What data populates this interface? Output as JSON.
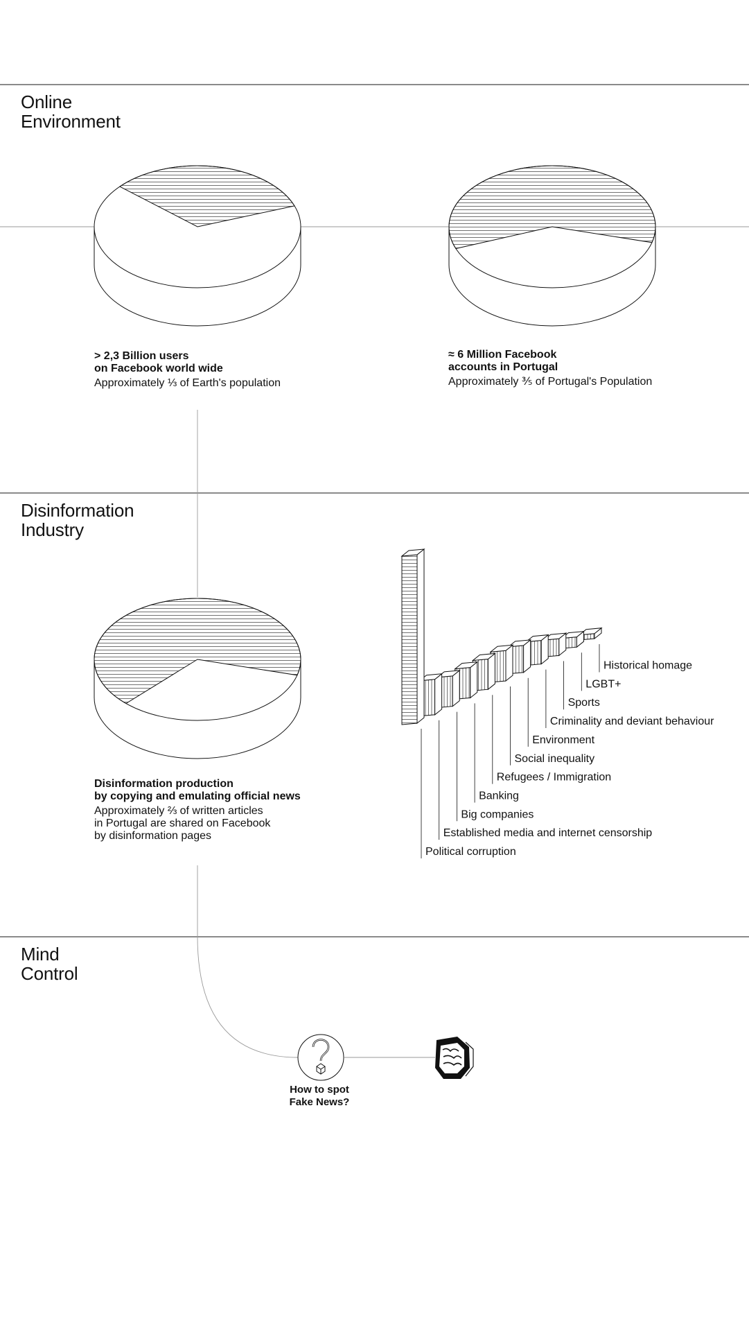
{
  "sections": {
    "online": {
      "title_l1": "Online",
      "title_l2": "Environment"
    },
    "disinfo": {
      "title_l1": "Disinformation",
      "title_l2": "Industry"
    },
    "mind": {
      "title_l1": "Mind",
      "title_l2": "Control"
    }
  },
  "captions": {
    "pie1": {
      "bold_l1": "> 2,3 Billion users",
      "bold_l2": "on Facebook world wide",
      "note_l1": "Approximately ⅓ of Earth's population"
    },
    "pie2": {
      "bold_l1": "≈ 6 Million Facebook",
      "bold_l2": "accounts in Portugal",
      "note_l1": "Approximately ⅗ of Portugal's Population"
    },
    "pie3": {
      "bold_l1": "Disinformation production",
      "bold_l2": "by copying and emulating official news",
      "note_l1": "Approximately ⅔ of written articles",
      "note_l2": "in Portugal are shared on Facebook",
      "note_l3": "by disinformation pages"
    }
  },
  "mind_control": {
    "question_l1": "How to spot",
    "question_l2": "Fake News?"
  },
  "colors": {
    "ink": "#111111",
    "rule": "#444444",
    "thin": "#9a9a9a"
  },
  "chart_data": [
    {
      "type": "pie",
      "slices": [
        {
          "value": 0.33,
          "hatched": true
        },
        {
          "value": 0.67,
          "hatched": false
        }
      ]
    },
    {
      "type": "pie",
      "slices": [
        {
          "value": 0.6,
          "hatched": true
        },
        {
          "value": 0.4,
          "hatched": false
        }
      ]
    },
    {
      "type": "pie",
      "slices": [
        {
          "value": 0.67,
          "hatched": true
        },
        {
          "value": 0.33,
          "hatched": false
        }
      ]
    },
    {
      "type": "bar",
      "categories": [
        "Political corruption",
        "Established media and internet censorship",
        "Big companies",
        "Banking",
        "Refugees / Immigration",
        "Social inequality",
        "Environment",
        "Criminality and deviant behaviour",
        "Sports",
        "LGBT+",
        "Historical homage"
      ],
      "values": [
        100,
        21,
        18,
        18,
        18,
        18,
        16,
        14,
        10,
        6,
        3
      ]
    }
  ]
}
